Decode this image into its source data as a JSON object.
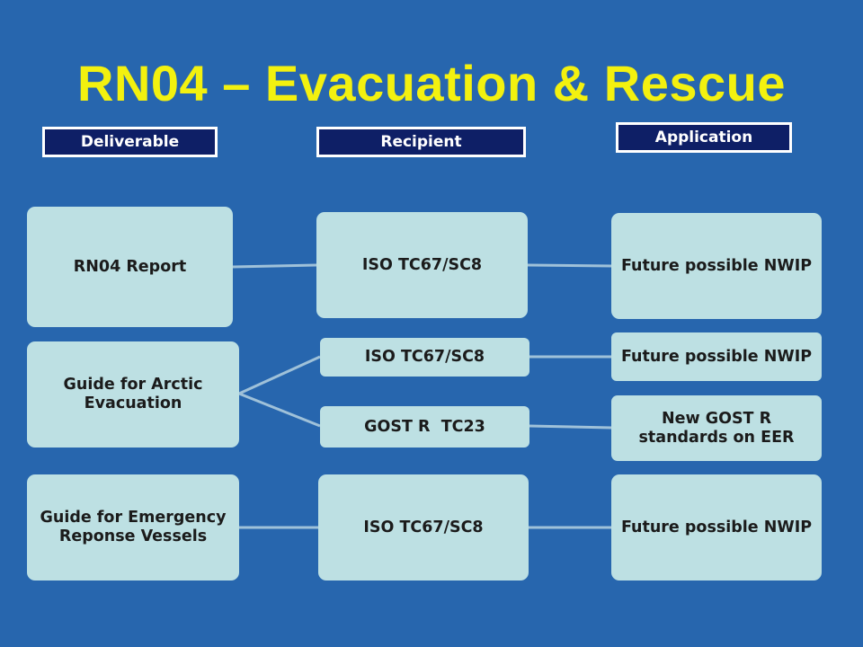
{
  "title": "RN04 – Evacuation & Rescue",
  "headers": {
    "deliverable": "Deliverable",
    "recipient": "Recipient",
    "application": "Application"
  },
  "deliverables": [
    "RN04 Report",
    "Guide for Arctic Evacuation",
    "Guide for Emergency Reponse Vessels"
  ],
  "recipients": [
    "ISO TC67/SC8",
    "ISO TC67/SC8",
    "GOST R  TC23",
    "ISO TC67/SC8"
  ],
  "applications": [
    "Future possible NWIP",
    "Future possible NWIP",
    "New GOST R standards on EER",
    "Future possible NWIP"
  ],
  "colors": {
    "background": "#2766ae",
    "title": "#f3f10f",
    "header_fill": "#0e1f66",
    "box_fill": "#bde0e3",
    "connector": "#9fc1d9"
  }
}
